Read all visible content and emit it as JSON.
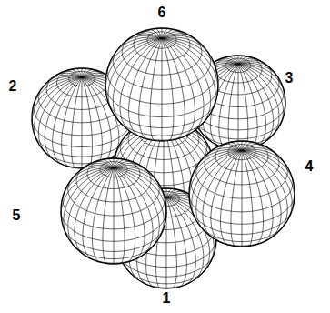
{
  "diagram": {
    "labels": [
      "6",
      "2",
      "3",
      "4",
      "5",
      "1"
    ]
  }
}
